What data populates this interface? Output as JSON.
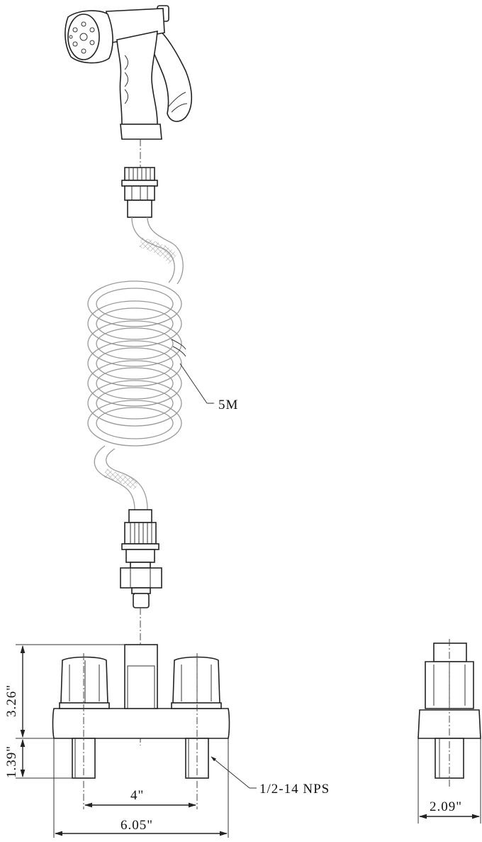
{
  "diagram": {
    "labels": {
      "hose_length": "5M",
      "height_upper": "3.26\"",
      "height_lower": "1.39\"",
      "thread_spec": "1/2-14 NPS",
      "center_spacing": "4\"",
      "overall_width": "6.05\"",
      "side_depth": "2.09\""
    }
  }
}
